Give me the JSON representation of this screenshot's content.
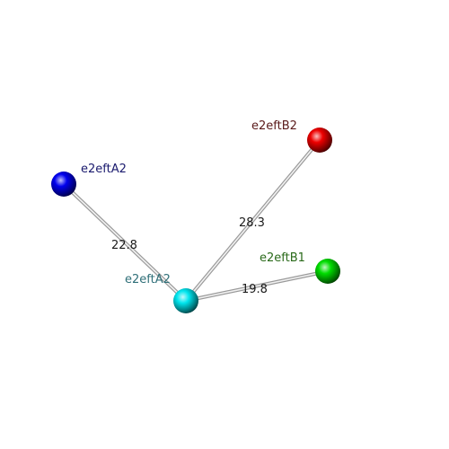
{
  "nodes": [
    {
      "id": "A2_left",
      "label": "e2eftA2",
      "color": "#0000ee",
      "label_color": "#1a1a6e"
    },
    {
      "id": "A2_center",
      "label": "e2eftA2",
      "color": "#00e5ee",
      "label_color": "#2f6f78"
    },
    {
      "id": "B2",
      "label": "e2eftB2",
      "color": "#ee0000",
      "label_color": "#5a1a1a"
    },
    {
      "id": "B1",
      "label": "e2eftB1",
      "color": "#00dd00",
      "label_color": "#2a6a1a"
    }
  ],
  "edges": [
    {
      "from": "A2_center",
      "to": "A2_left",
      "distance": "22.8"
    },
    {
      "from": "A2_center",
      "to": "B2",
      "distance": "28.3"
    },
    {
      "from": "A2_center",
      "to": "B1",
      "distance": "19.8"
    }
  ]
}
